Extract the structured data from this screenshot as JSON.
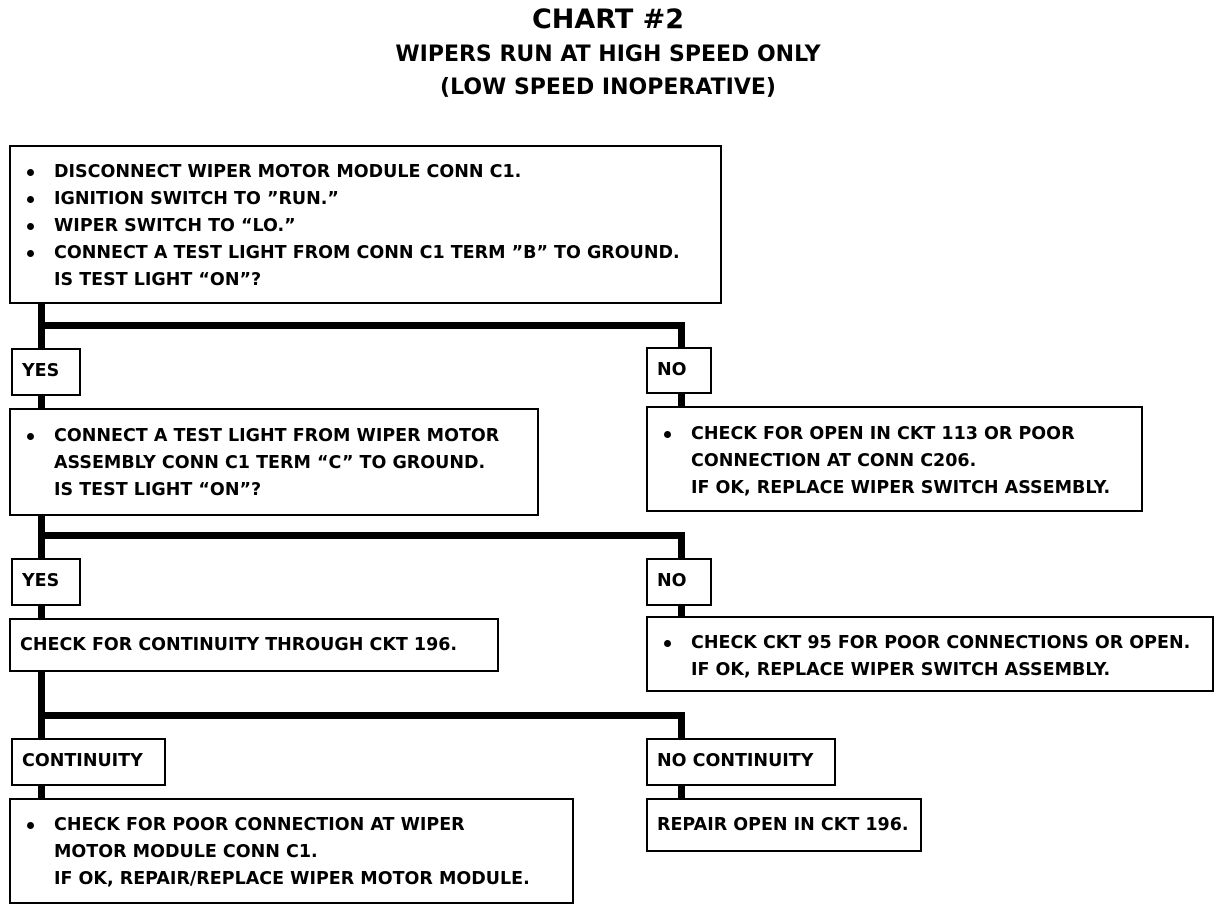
{
  "title": "CHART #2",
  "subtitle_1": "WIPERS RUN AT HIGH SPEED ONLY",
  "subtitle_2": "(LOW SPEED INOPERATIVE)",
  "start_box": {
    "bullets": [
      "DISCONNECT WIPER MOTOR MODULE CONN C1.",
      "IGNITION SWITCH TO ”RUN.”",
      "WIPER SWITCH TO “LO.”",
      "CONNECT A TEST LIGHT FROM CONN C1 TERM ”B” TO GROUND."
    ],
    "question": "IS TEST LIGHT “ON”?"
  },
  "branch_1": {
    "yes_label": "YES",
    "no_label": "NO",
    "yes_box": {
      "bullet_line_1": "CONNECT A TEST LIGHT FROM WIPER MOTOR",
      "bullet_line_2": "ASSEMBLY CONN C1 TERM “C” TO GROUND.",
      "question": "IS TEST LIGHT “ON”?"
    },
    "no_box": {
      "bullet_line_1": "CHECK FOR OPEN IN CKT 113 OR POOR",
      "bullet_line_2": "CONNECTION AT CONN C206.",
      "extra": "IF OK, REPLACE WIPER SWITCH ASSEMBLY."
    }
  },
  "branch_2": {
    "yes_label": "YES",
    "no_label": "NO",
    "yes_box": {
      "text": "CHECK FOR CONTINUITY THROUGH CKT 196."
    },
    "no_box": {
      "bullet_line_1": "CHECK CKT 95 FOR POOR CONNECTIONS OR OPEN.",
      "extra": "IF OK, REPLACE WIPER SWITCH ASSEMBLY."
    }
  },
  "branch_3": {
    "yes_label": "CONTINUITY",
    "no_label": "NO CONTINUITY",
    "yes_box": {
      "bullet_line_1": "CHECK FOR POOR CONNECTION AT WIPER",
      "bullet_line_2": "MOTOR MODULE CONN C1.",
      "extra": "IF OK, REPAIR/REPLACE WIPER MOTOR MODULE."
    },
    "no_box": {
      "text": "REPAIR OPEN IN CKT 196."
    }
  }
}
